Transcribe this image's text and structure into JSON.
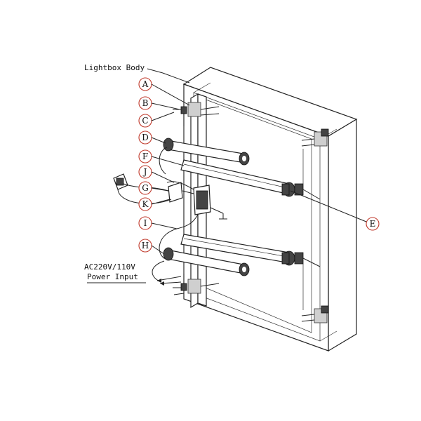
{
  "labels": {
    "lightbox_body": "Lightbox Body",
    "voltage": "AC220V/110V",
    "power_input": "Power Input"
  },
  "callouts": [
    "A",
    "B",
    "C",
    "D",
    "F",
    "J",
    "G",
    "K",
    "I",
    "H",
    "E"
  ],
  "colors": {
    "line": "#222222",
    "callout_ring": "#c0392b"
  }
}
